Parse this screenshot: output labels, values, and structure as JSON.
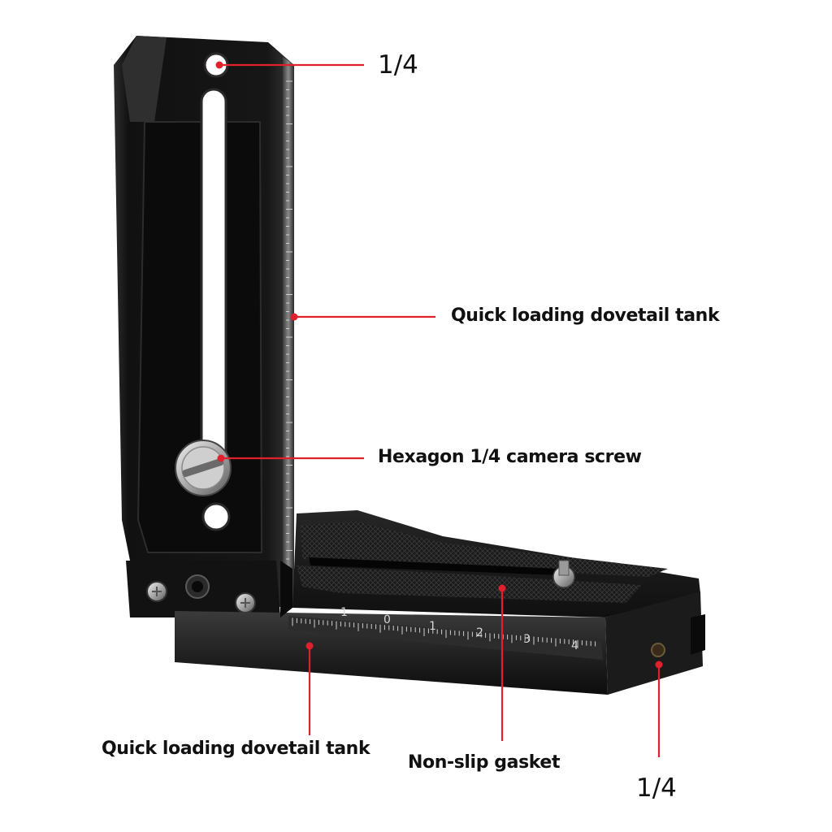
{
  "callouts": {
    "top_thread": "1/4",
    "side_dovetail": "Quick loading dovetail tank",
    "camera_screw": "Hexagon 1/4 camera screw",
    "bottom_dovetail": "Quick loading dovetail tank",
    "gasket": "Non-slip gasket",
    "bottom_thread": "1/4"
  },
  "scale_numbers": [
    "1",
    "0",
    "1",
    "2",
    "3",
    "4"
  ],
  "colors": {
    "callout_red": "#e0202b",
    "metal_dark": "#141414",
    "background": "#ffffff"
  }
}
